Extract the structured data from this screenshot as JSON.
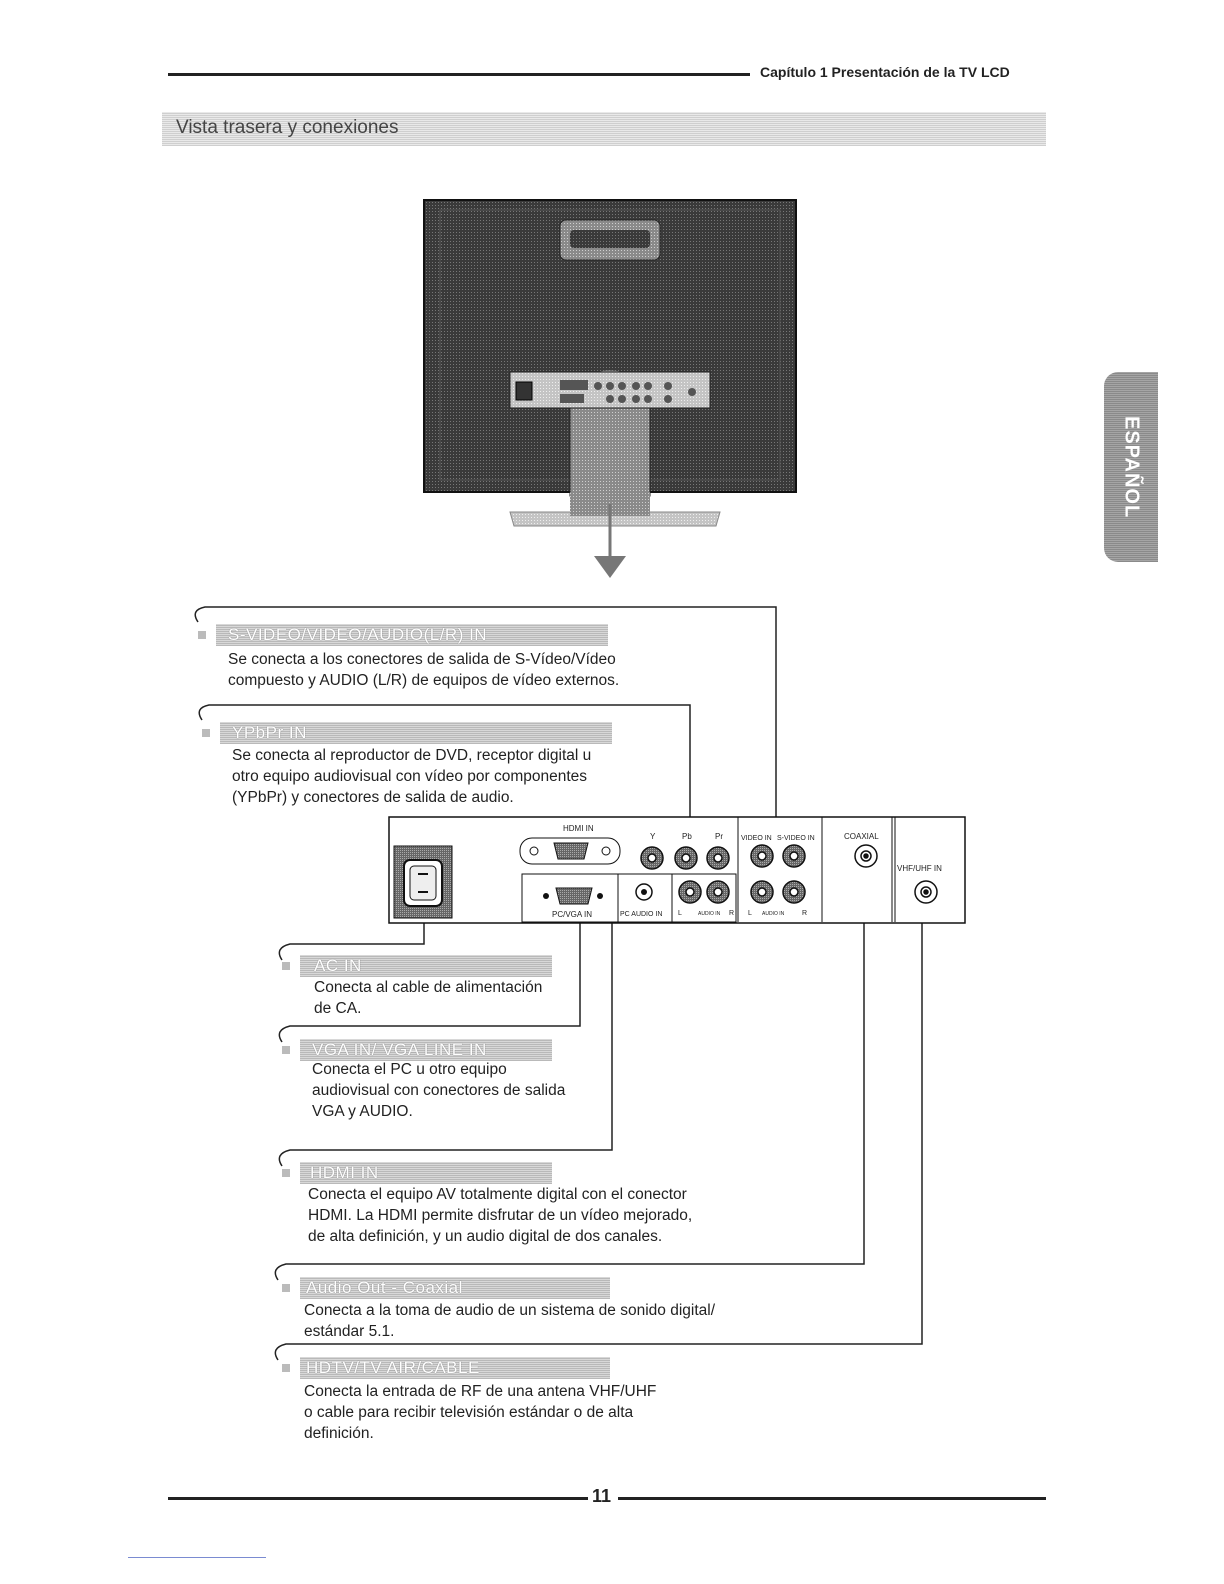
{
  "header": {
    "chapter": "Capítulo 1 Presentación de la TV LCD"
  },
  "section": {
    "title": "Vista trasera y conexiones"
  },
  "side_tab": {
    "label": "ESPAÑOL"
  },
  "panel": {
    "hdmi_in": "HDMI IN",
    "y": "Y",
    "pb": "Pb",
    "pr": "Pr",
    "video_in": "VIDEO IN",
    "svideo_in": "S-VIDEO IN",
    "coaxial": "COAXIAL",
    "vhf_uhf_in": "VHF/UHF IN",
    "pc_vga_in": "PC/VGA IN",
    "pc_audio_in": "PC AUDIO IN",
    "l": "L",
    "audio_in": "AUDIO IN",
    "r": "R"
  },
  "connections": [
    {
      "title": "S-VIDEO/VIDEO/AUDIO(L/R) IN",
      "lines": [
        "Se conecta a los conectores de salida de S-Vídeo/Vídeo",
        "compuesto y AUDIO (L/R) de equipos de vídeo externos."
      ]
    },
    {
      "title": "YPbPr IN",
      "lines": [
        "Se conecta al reproductor de DVD, receptor digital u",
        "otro equipo audiovisual con vídeo por componentes",
        "(YPbPr) y conectores de salida de audio."
      ]
    },
    {
      "title": "AC IN",
      "lines": [
        "Conecta al cable de alimentación",
        "de CA."
      ]
    },
    {
      "title": "VGA IN/ VGA LINE IN",
      "lines": [
        "Conecta el PC u otro equipo",
        "audiovisual con conectores de salida",
        "VGA y AUDIO."
      ]
    },
    {
      "title": "HDMI IN",
      "lines": [
        "Conecta el equipo AV totalmente digital con el conector",
        "HDMI. La HDMI permite disfrutar de un vídeo mejorado,",
        "de alta definición, y un audio digital de dos canales."
      ]
    },
    {
      "title": "Audio Out - Coaxial",
      "lines": [
        "Conecta a la toma de audio de un sistema de sonido digital/",
        "estándar 5.1."
      ]
    },
    {
      "title": "HDTV/TV AIR/CABLE",
      "lines": [
        "Conecta la entrada de RF de una antena VHF/UHF",
        "o cable para recibir televisión estándar o de alta",
        "definición."
      ]
    }
  ],
  "footer": {
    "page_number": "11"
  }
}
